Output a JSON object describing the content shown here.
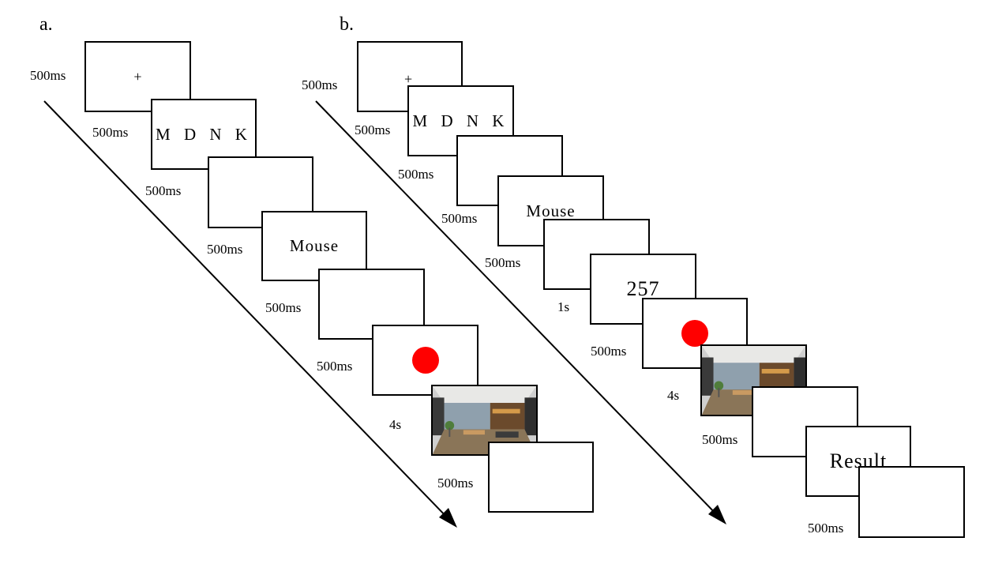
{
  "panel_a": {
    "label": "a.",
    "screens": {
      "fixation": "+",
      "letters": "M D N K",
      "word": "Mouse"
    },
    "durations": [
      "500ms",
      "500ms",
      "500ms",
      "500ms",
      "500ms",
      "500ms",
      "4s",
      "500ms"
    ]
  },
  "panel_b": {
    "label": "b.",
    "screens": {
      "fixation": "+",
      "letters": "M D N K",
      "word": "Mouse",
      "number": "257",
      "result": "Result"
    },
    "durations": [
      "500ms",
      "500ms",
      "500ms",
      "500ms",
      "500ms",
      "1s",
      "500ms",
      "4s",
      "500ms",
      "500ms"
    ]
  },
  "colors": {
    "dot": "#ff0000",
    "frame": "#000000"
  }
}
